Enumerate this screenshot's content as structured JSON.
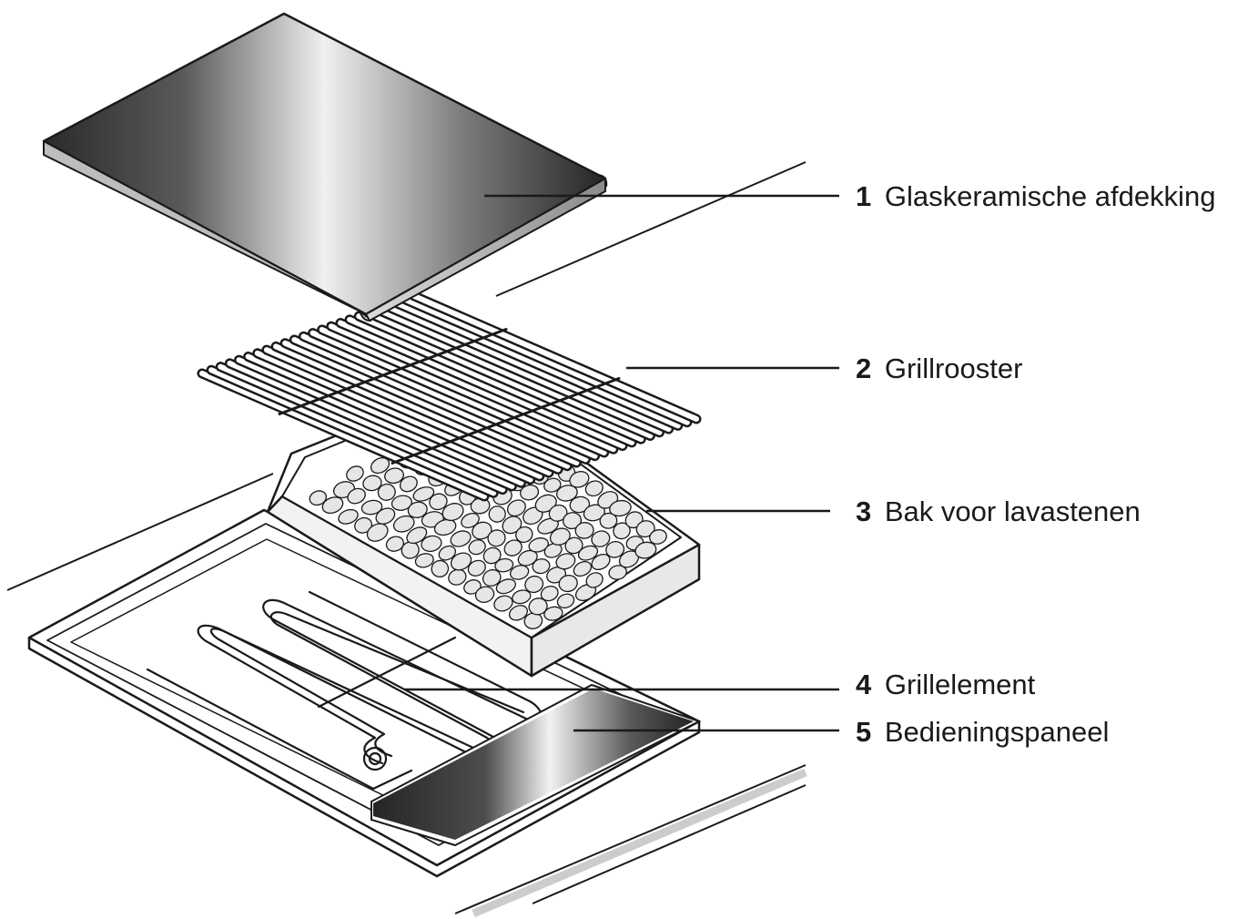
{
  "parts": [
    {
      "number": "1",
      "name": "Glaskeramische afdekking"
    },
    {
      "number": "2",
      "name": "Grillrooster"
    },
    {
      "number": "3",
      "name": "Bak voor lavastenen"
    },
    {
      "number": "4",
      "name": "Grillelement"
    },
    {
      "number": "5",
      "name": "Bedieningspaneel"
    }
  ],
  "colors": {
    "line": "#1a1a1a",
    "dark_glass": "#2e2e2e",
    "highlight": "#f4f4f4",
    "stone_fill": "#e6e6e6"
  }
}
